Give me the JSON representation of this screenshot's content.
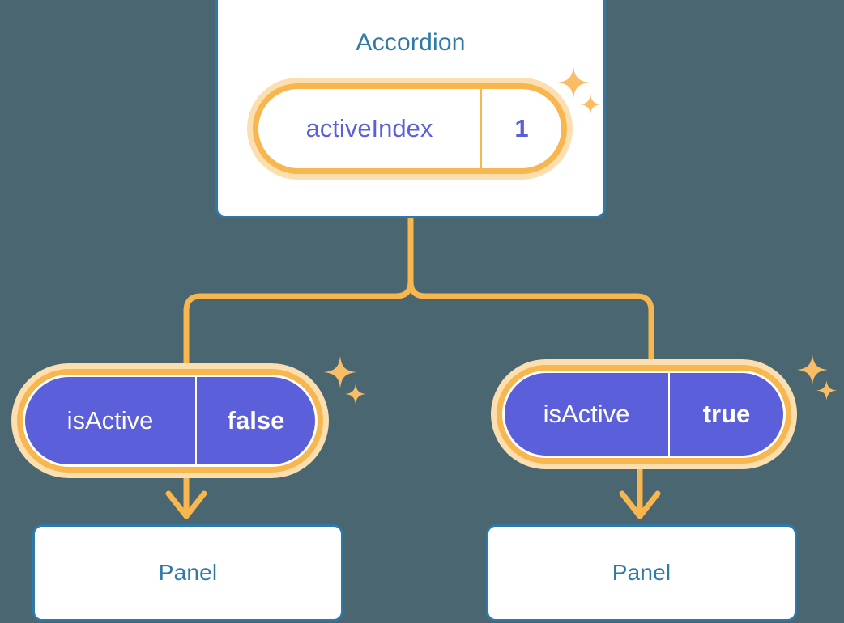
{
  "diagram": {
    "title_node": "Accordion",
    "background_color": "#4a6670",
    "accent_orange": "#f7b64e",
    "accent_orange_glow": "#fbdfb0",
    "accent_blue": "#2e79a8",
    "accent_purple": "#5b5fd9",
    "root": {
      "label": "Accordion",
      "state": {
        "key": "activeIndex",
        "value": "1"
      }
    },
    "children": [
      {
        "state": {
          "key": "isActive",
          "value": "false"
        },
        "child": {
          "label": "Panel"
        }
      },
      {
        "state": {
          "key": "isActive",
          "value": "true"
        },
        "child": {
          "label": "Panel"
        }
      }
    ],
    "icons": {
      "sparkle": "sparkle-icon",
      "arrow_down": "arrow-down-icon"
    }
  }
}
